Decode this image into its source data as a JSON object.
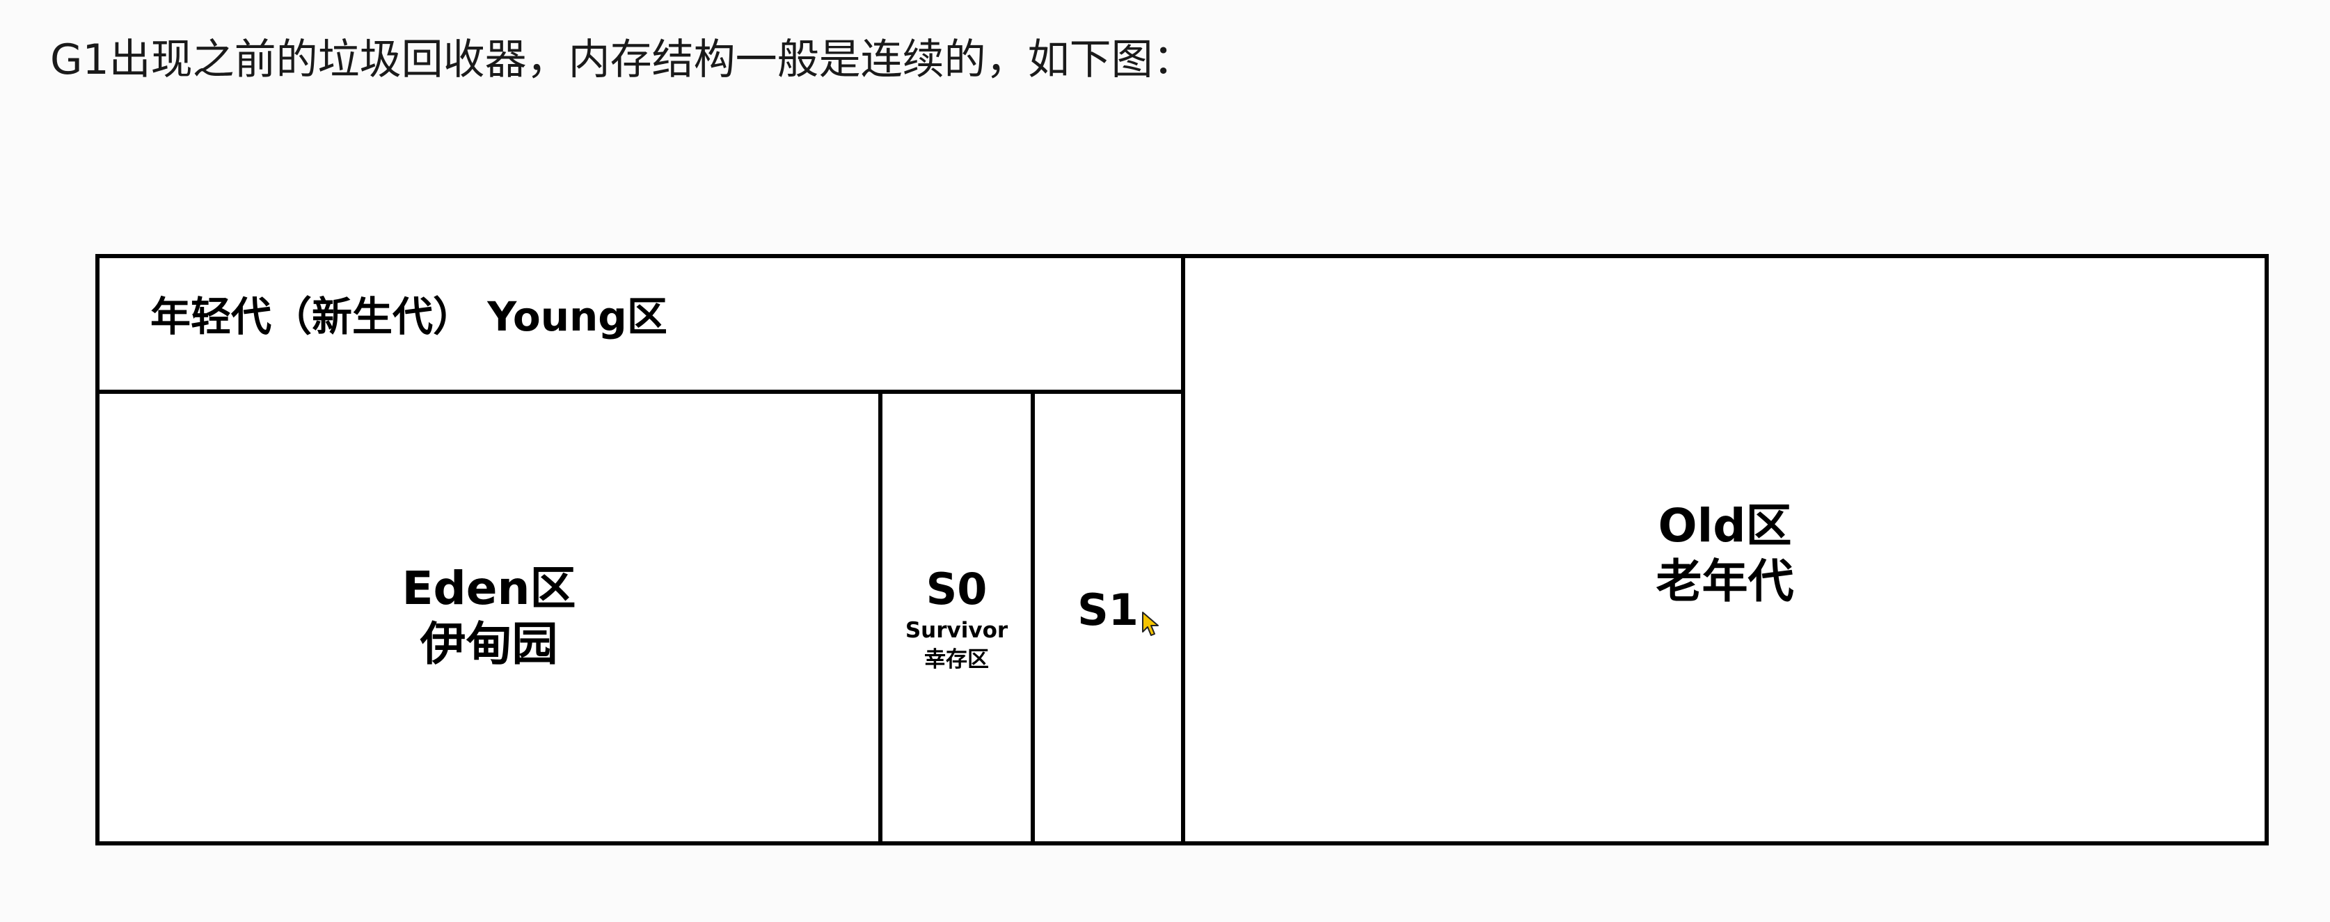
{
  "intro_text": "G1出现之前的垃圾回收器，内存结构一般是连续的，如下图：",
  "diagram": {
    "young": {
      "label": "年轻代（新生代） Young区"
    },
    "eden": {
      "line1": "Eden区",
      "line2": "伊甸园"
    },
    "s0": {
      "label": "S0",
      "sub1": "Survivor",
      "sub2": "幸存区"
    },
    "s1": {
      "label": "S1"
    },
    "old": {
      "line1": "Old区",
      "line2": "老年代"
    }
  },
  "icons": {
    "cursor": "mouse-pointer-icon"
  },
  "colors": {
    "border": "#000000",
    "background": "#fbfbfb",
    "cursor_fill": "#f5c400"
  }
}
